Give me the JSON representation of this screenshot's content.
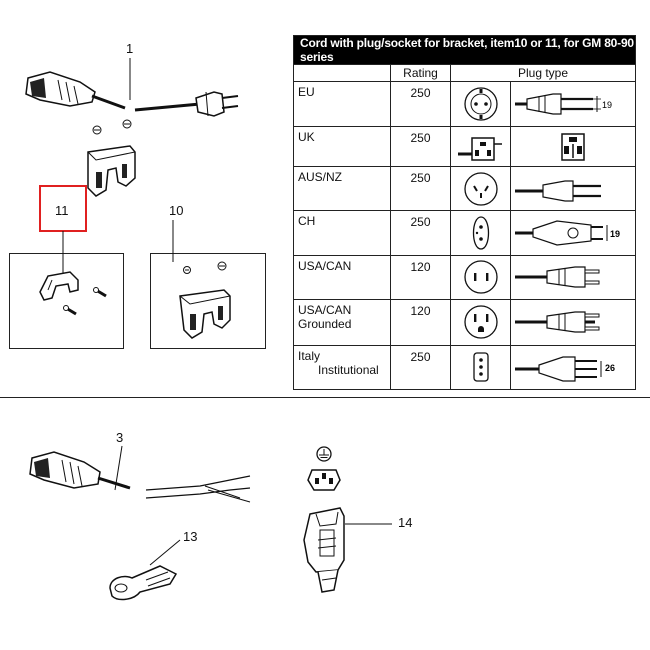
{
  "callouts": {
    "item1": "1",
    "item11": "11",
    "item10": "10",
    "item3": "3",
    "item13": "13",
    "item14": "14"
  },
  "highlight_color": "#e02020",
  "table": {
    "title": "Cord with plug/socket for bracket, item10 or 11, for GM 80-90 series",
    "headers": {
      "rating": "Rating",
      "plug_type": "Plug type"
    },
    "rows": [
      {
        "region": "EU",
        "rating": "250",
        "dimension": "19"
      },
      {
        "region": "UK",
        "rating": "250",
        "dimension": ""
      },
      {
        "region": "AUS/NZ",
        "rating": "250",
        "dimension": ""
      },
      {
        "region": "CH",
        "rating": "250",
        "dimension": "19"
      },
      {
        "region": "USA/CAN",
        "rating": "120",
        "dimension": ""
      },
      {
        "region_line1": "USA/CAN",
        "region_line2": "Grounded",
        "rating": "120",
        "dimension": ""
      },
      {
        "region_line1": "Italy",
        "region_line2": "Institutional",
        "rating": "250",
        "dimension": "26"
      }
    ]
  }
}
